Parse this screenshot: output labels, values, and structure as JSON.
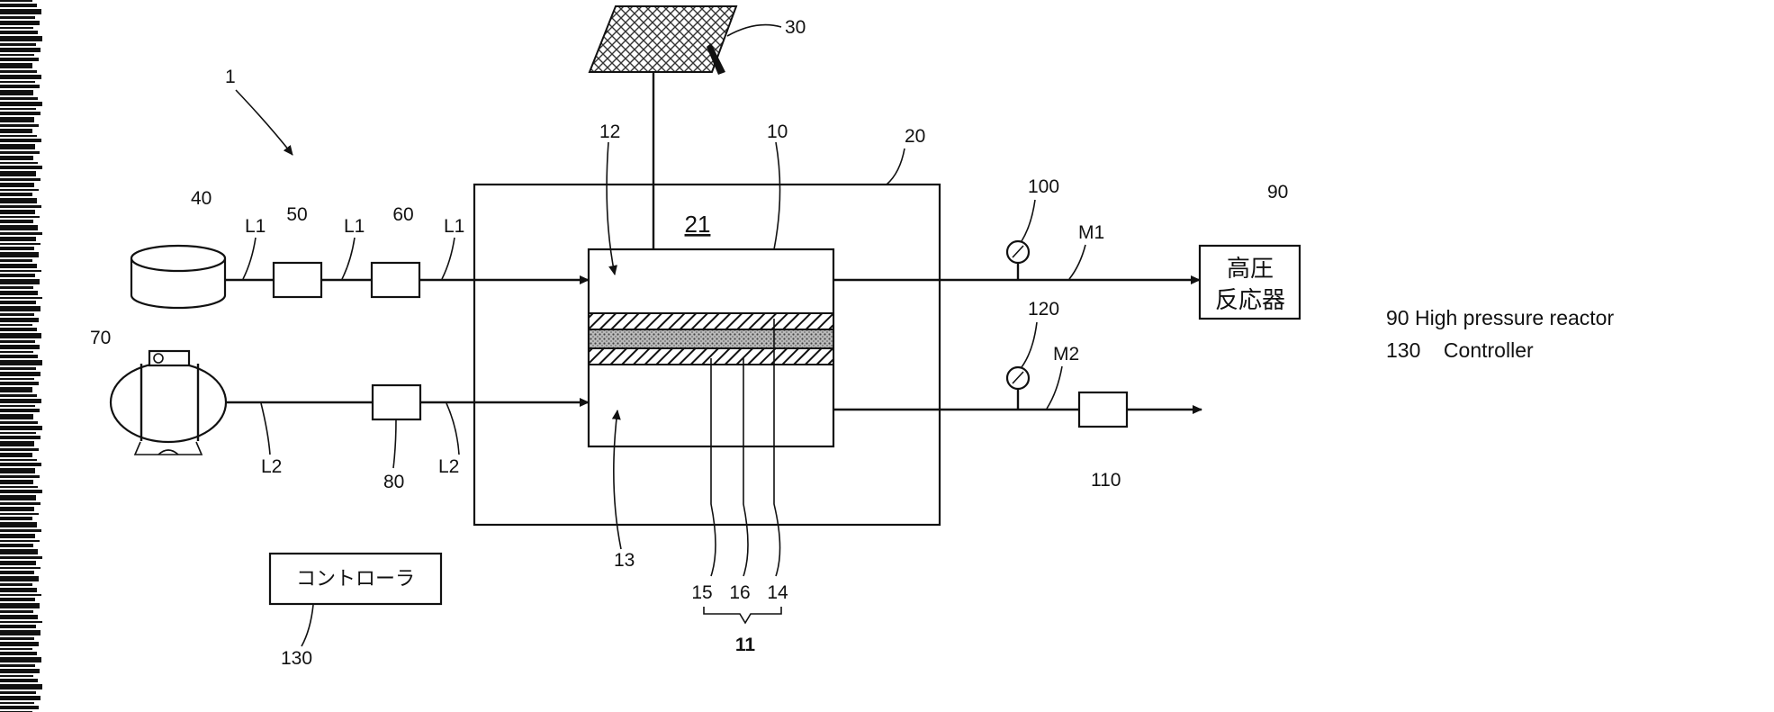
{
  "refs": {
    "system": "1",
    "cell": "10",
    "membrane": "11",
    "chamber_top": "12",
    "chamber_bottom": "13",
    "layer_a": "14",
    "layer_b": "15",
    "layer_c": "16",
    "enclosure": "20",
    "enclosure_space": "21",
    "solar_panel": "30",
    "tank": "40",
    "device_50": "50",
    "device_60": "60",
    "compressor": "70",
    "device_80": "80",
    "reactor": "90",
    "gauge_100": "100",
    "device_110": "110",
    "gauge_120": "120",
    "controller": "130"
  },
  "lines": {
    "l1": "L1",
    "l2": "L2",
    "m1": "M1",
    "m2": "M2"
  },
  "reactor_box": {
    "line1": "高圧",
    "line2": "反応器"
  },
  "controller_box": {
    "label": "コントローラ"
  },
  "legend": [
    "90 High pressure reactor",
    "130    Controller"
  ]
}
